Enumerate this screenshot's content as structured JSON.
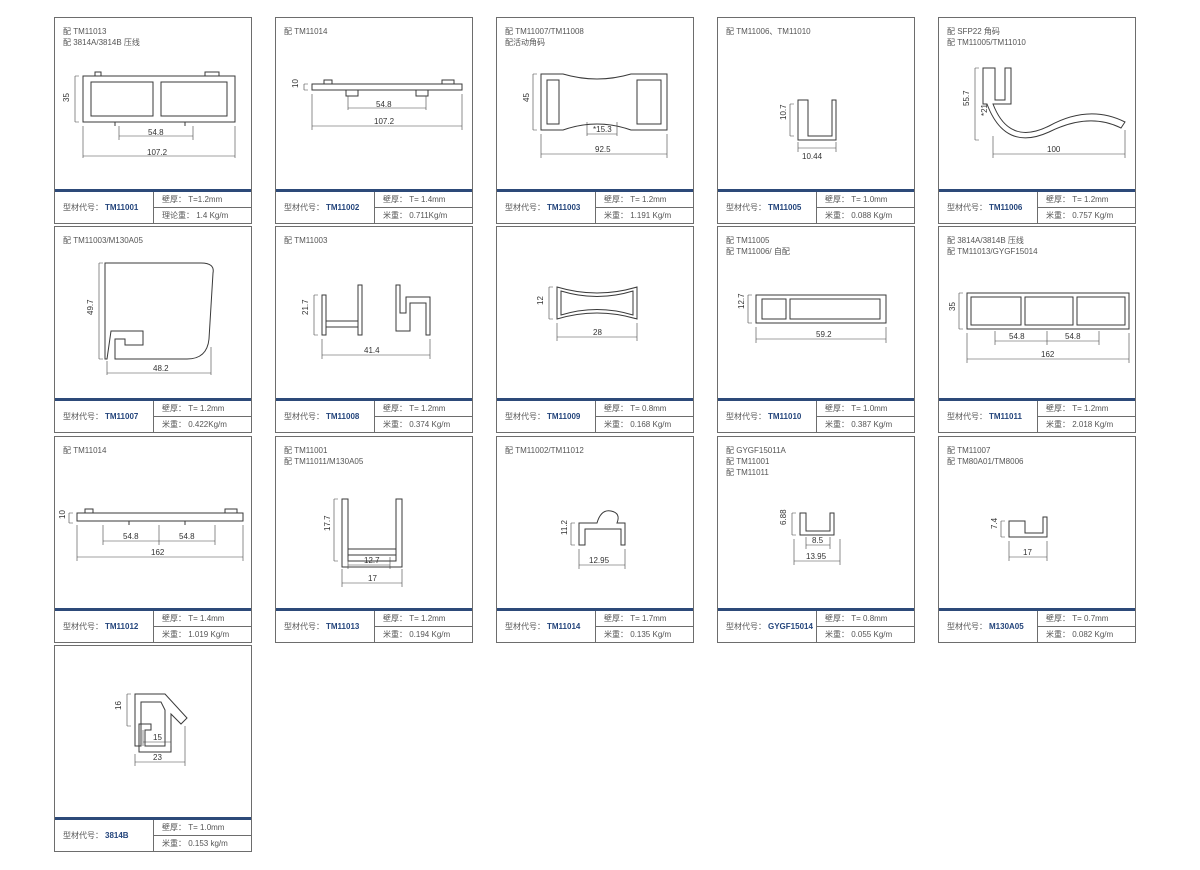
{
  "labels": {
    "code_label": "型材代号：",
    "thickness_label": "壁厚：",
    "weight_label": "米重："
  },
  "cards": [
    {
      "code": "TM11001",
      "note": "配 TM11013\n配 3814A/3814B 压线",
      "thickness": "T=1.2mm",
      "weight_label": "理论重：",
      "weight": "1.4 Kg/m",
      "dims": [
        "35",
        "54.8",
        "107.2"
      ]
    },
    {
      "code": "TM11002",
      "note": "配 TM11014",
      "thickness": "T= 1.4mm",
      "weight": "0.711Kg/m",
      "dims": [
        "10",
        "54.8",
        "107.2"
      ]
    },
    {
      "code": "TM11003",
      "note": "配 TM11007/TM11008\n配活动角码",
      "thickness": "T= 1.2mm",
      "weight": "1.191 Kg/m",
      "dims": [
        "45",
        "*15.3",
        "92.5"
      ]
    },
    {
      "code": "TM11005",
      "note": "配 TM11006、TM11010",
      "thickness": "T= 1.0mm",
      "weight": "0.088 Kg/m",
      "dims": [
        "10.7",
        "10.44"
      ]
    },
    {
      "code": "TM11006",
      "note": "配 SFP22 角码\n配 TM11005/TM11010",
      "thickness": "T= 1.2mm",
      "weight": "0.757 Kg/m",
      "dims": [
        "55.7",
        "*21",
        "100"
      ]
    },
    {
      "code": "TM11007",
      "note": "配 TM11003/M130A05",
      "thickness": "T= 1.2mm",
      "weight": "0.422Kg/m",
      "dims": [
        "49.7",
        "48.2"
      ]
    },
    {
      "code": "TM11008",
      "note": "配 TM11003",
      "thickness": "T= 1.2mm",
      "weight": "0.374 Kg/m",
      "dims": [
        "21.7",
        "41.4"
      ]
    },
    {
      "code": "TM11009",
      "note": "",
      "thickness": "T= 0.8mm",
      "weight": "0.168 Kg/m",
      "dims": [
        "12",
        "28"
      ]
    },
    {
      "code": "TM11010",
      "note": "配 TM11005\n配 TM11006/ 自配",
      "thickness": "T= 1.0mm",
      "weight": "0.387 Kg/m",
      "dims": [
        "12.7",
        "59.2"
      ]
    },
    {
      "code": "TM11011",
      "note": "配 3814A/3814B 压线\n配 TM11013/GYGF15014",
      "thickness": "T= 1.2mm",
      "weight": "2.018 Kg/m",
      "dims": [
        "35",
        "54.8",
        "54.8",
        "162"
      ]
    },
    {
      "code": "TM11012",
      "note": "配 TM11014",
      "thickness": "T= 1.4mm",
      "weight": "1.019 Kg/m",
      "dims": [
        "10",
        "54.8",
        "54.8",
        "162"
      ]
    },
    {
      "code": "TM11013",
      "note": "配 TM11001\n配 TM11011/M130A05",
      "thickness": "T= 1.2mm",
      "weight": "0.194 Kg/m",
      "dims": [
        "17.7",
        "12.7",
        "17"
      ]
    },
    {
      "code": "TM11014",
      "note": "配 TM11002/TM11012",
      "thickness": "T= 1.7mm",
      "weight": "0.135 Kg/m",
      "dims": [
        "11.2",
        "12.95"
      ]
    },
    {
      "code": "GYGF15014",
      "note": "配 GYGF15011A\n配 TM11001\n配 TM11011",
      "thickness": "T= 0.8mm",
      "weight": "0.055 Kg/m",
      "dims": [
        "6.88",
        "8.5",
        "13.95"
      ]
    },
    {
      "code": "M130A05",
      "note": "配 TM11007\n配 TM80A01/TM8006",
      "thickness": "T= 0.7mm",
      "weight": "0.082 Kg/m",
      "dims": [
        "7.4",
        "17"
      ]
    },
    {
      "code": "3814B",
      "note": "",
      "thickness": "T= 1.0mm",
      "weight": "0.153 kg/m",
      "dims": [
        "16",
        "15",
        "23"
      ]
    }
  ]
}
